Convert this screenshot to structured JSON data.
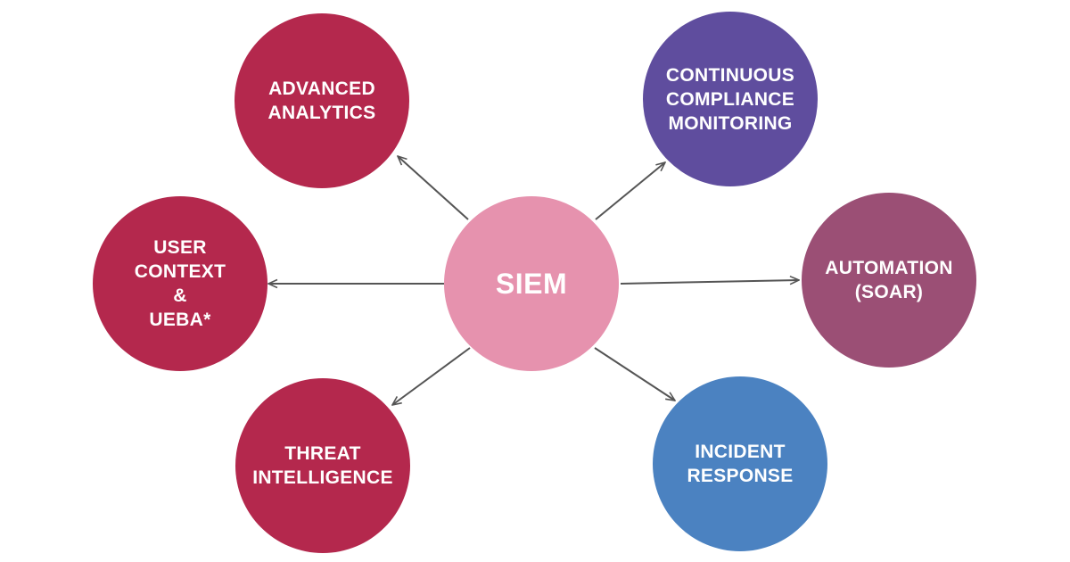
{
  "colors": {
    "hub": "#e692ae",
    "crimson": "#b4284d",
    "purple": "#5f4d9e",
    "mauve": "#9b4f75",
    "blue": "#4b82c1",
    "arrow": "#555555"
  },
  "hub": {
    "lines": [
      "SIEM"
    ]
  },
  "nodes": {
    "advanced_analytics": {
      "lines": [
        "ADVANCED",
        "ANALYTICS"
      ]
    },
    "continuous_compliance": {
      "lines": [
        "CONTINUOUS",
        "COMPLIANCE",
        "MONITORING"
      ]
    },
    "user_context": {
      "lines": [
        "USER",
        "CONTEXT",
        "&",
        "UEBA*"
      ]
    },
    "automation": {
      "lines": [
        "AUTOMATION",
        "(SOAR)"
      ]
    },
    "threat_intelligence": {
      "lines": [
        "THREAT",
        "INTELLIGENCE"
      ]
    },
    "incident_response": {
      "lines": [
        "INCIDENT",
        "RESPONSE"
      ]
    }
  }
}
